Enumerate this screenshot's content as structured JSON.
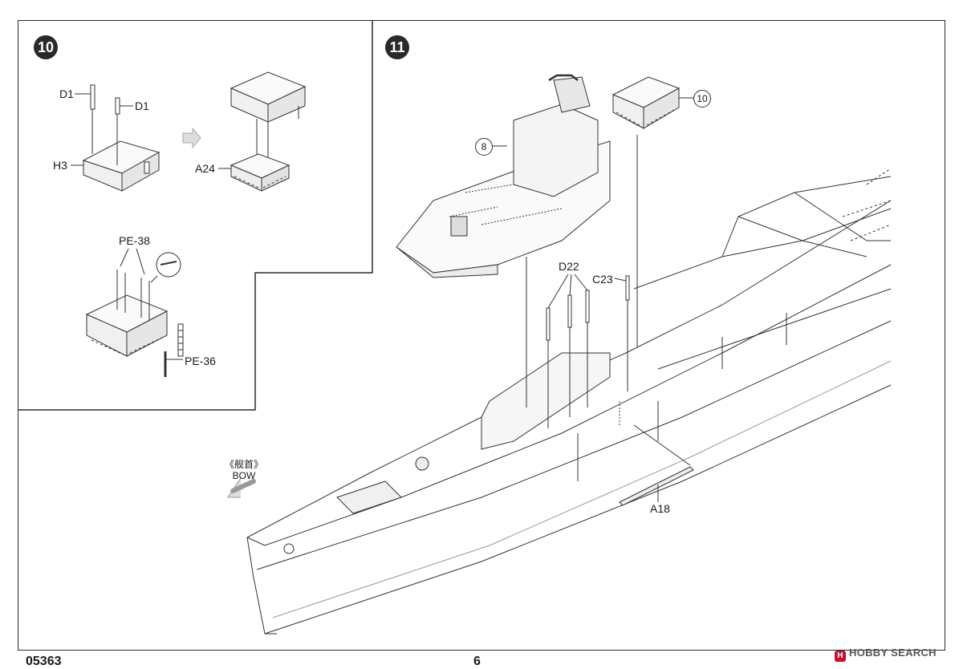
{
  "steps": {
    "step10": {
      "number": "10",
      "labels": {
        "d1_a": "D1",
        "d1_b": "D1",
        "h3": "H3",
        "a24": "A24",
        "pe38": "PE-38",
        "pe36": "PE-36"
      }
    },
    "step11": {
      "number": "11",
      "callouts": {
        "ref8": "8",
        "ref10": "10"
      },
      "labels": {
        "d22": "D22",
        "c23": "C23",
        "a18": "A18"
      },
      "direction": {
        "cn": "《舰首》",
        "en": "BOW"
      }
    }
  },
  "footer": {
    "code": "05363",
    "page": "6"
  },
  "watermark": {
    "text": "HOBBY SEARCH"
  }
}
